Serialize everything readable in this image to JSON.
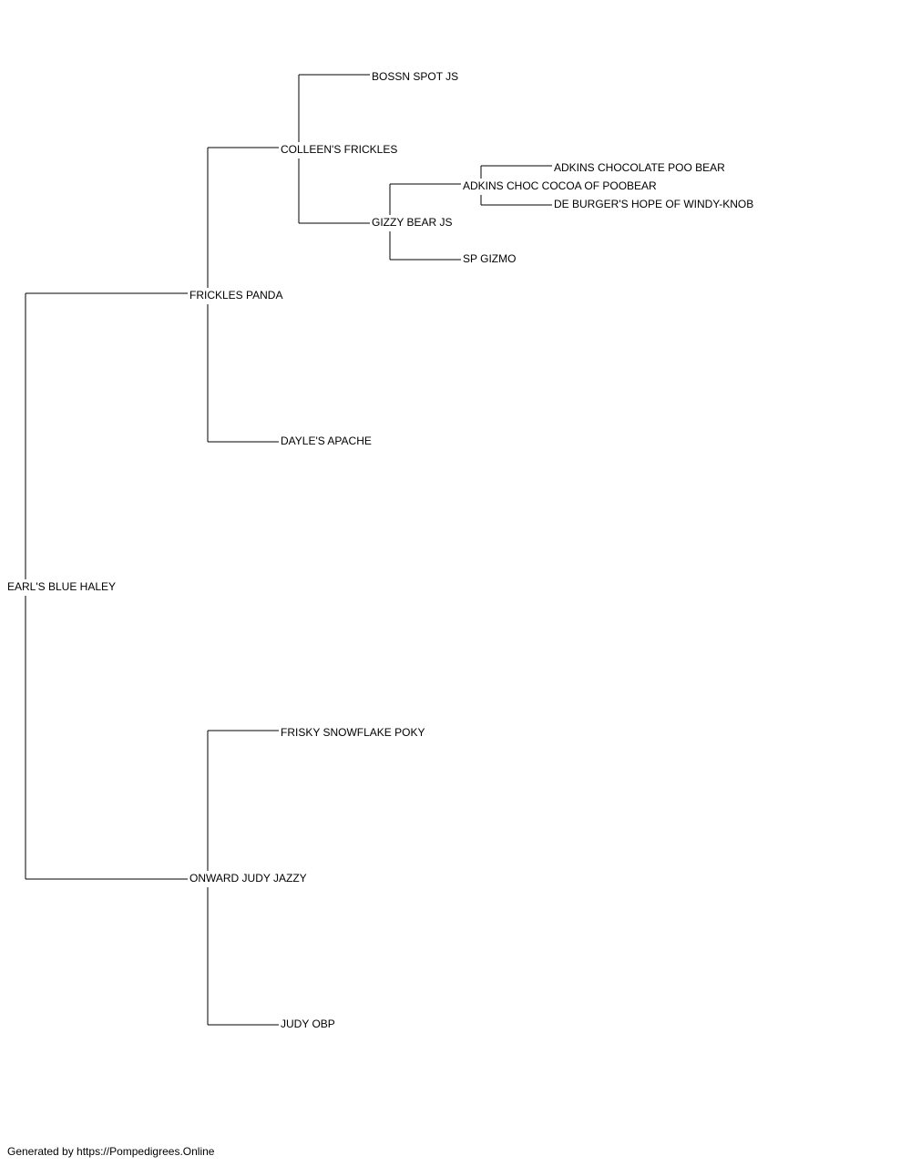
{
  "pedigree": {
    "subject": "EARL'S BLUE HALEY",
    "sire": "FRICKLES PANDA",
    "dam": "ONWARD JUDY JAZZY",
    "sire_sire": "COLLEEN'S FRICKLES",
    "sire_dam": "DAYLE'S APACHE",
    "dam_sire": "FRISKY SNOWFLAKE POKY",
    "dam_dam": "JUDY OBP",
    "sire_sire_sire": "BOSSN SPOT JS",
    "sire_sire_dam": "GIZZY BEAR JS",
    "sire_sire_dam_sire": "ADKINS CHOC COCOA OF POOBEAR",
    "sire_sire_dam_dam": "SP GIZMO",
    "sire_sire_dam_sire_sire": "ADKINS CHOCOLATE POO BEAR",
    "sire_sire_dam_sire_dam": "DE BURGER'S HOPE OF WINDY-KNOB"
  },
  "footer": "Generated by https://Pompedigrees.Online"
}
